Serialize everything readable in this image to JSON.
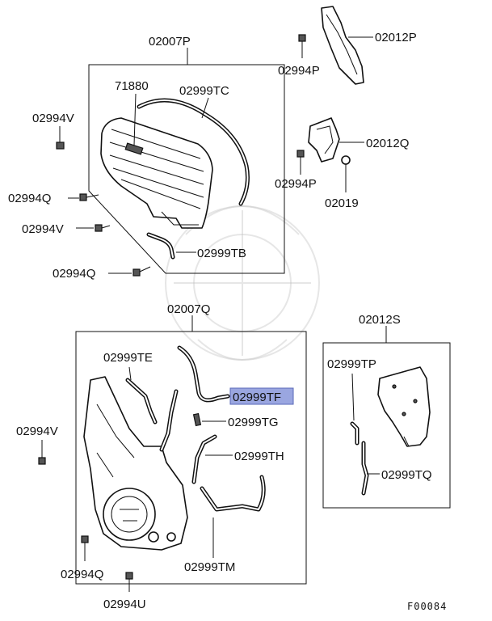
{
  "labels": {
    "cover_upper": "02007P",
    "cover_lower": "02007Q",
    "bracket_s": "02012S",
    "bracket_p": "02012P",
    "bracket_q": "02012Q",
    "bolt_p_top": "02994P",
    "bolt_p_mid": "02994P",
    "washer": "02019",
    "label_plate": "71880",
    "gasket_tc": "02999TC",
    "gasket_tb": "02999TB",
    "bolt_v_upper": "02994V",
    "bolt_q_upper1": "02994Q",
    "bolt_v_upper2": "02994V",
    "bolt_q_upper2": "02994Q",
    "gasket_te": "02999TE",
    "gasket_tf": "02999TF",
    "gasket_tg": "02999TG",
    "gasket_th": "02999TH",
    "gasket_tm": "02999TM",
    "gasket_tp": "02999TP",
    "gasket_tq": "02999TQ",
    "bolt_v_lower": "02994V",
    "bolt_q_lower": "02994Q",
    "bolt_u_lower": "02994U",
    "figure_code": "F00084"
  },
  "colors": {
    "highlight": "#9aa6e0",
    "ink": "#111111",
    "watermark": "#c8c8c8"
  }
}
